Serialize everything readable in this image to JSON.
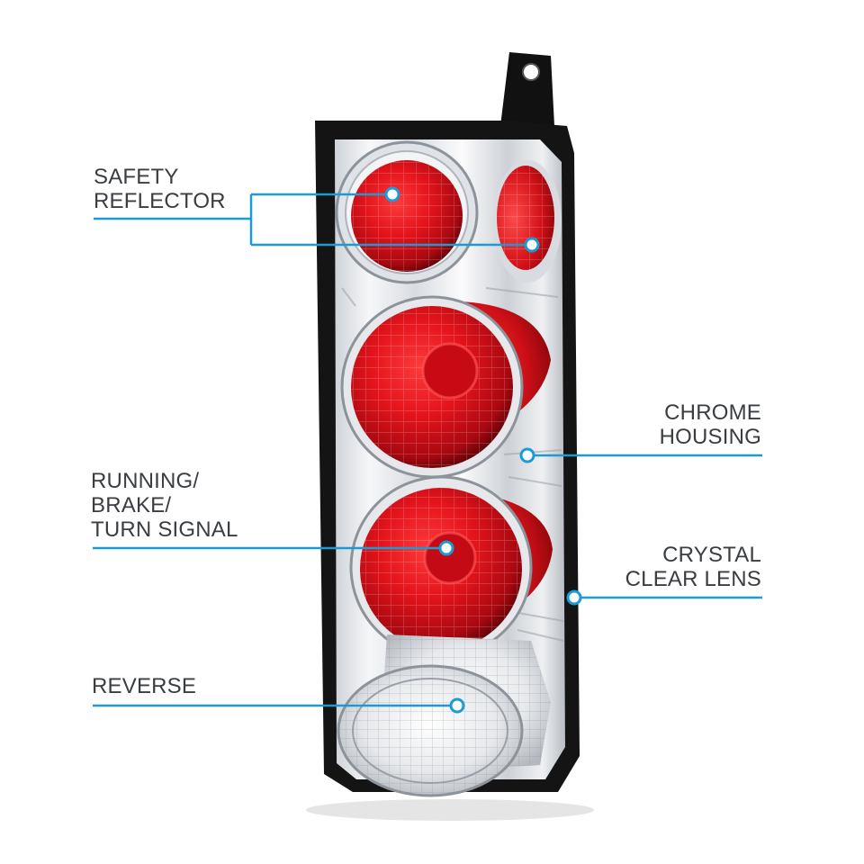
{
  "callouts": {
    "safety_reflector": {
      "lines": [
        "SAFETY",
        "REFLECTOR"
      ]
    },
    "running_brake_turn": {
      "lines": [
        "RUNNING/",
        "BRAKE/",
        "TURN SIGNAL"
      ]
    },
    "reverse": {
      "lines": [
        "REVERSE"
      ]
    },
    "chrome_housing": {
      "lines": [
        "CHROME",
        "HOUSING"
      ]
    },
    "crystal_clear_lens": {
      "lines": [
        "CRYSTAL",
        "CLEAR LENS"
      ]
    }
  },
  "colors": {
    "callout_line": "#1c9ad6",
    "label_text": "#3a3d42",
    "lens_red": "#d3101c",
    "chrome": "#e4e6ea",
    "frame": "#111111"
  }
}
